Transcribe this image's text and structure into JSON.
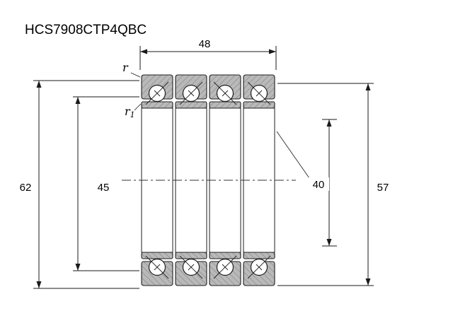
{
  "title": "HCS7908CTP4QBC",
  "dimensions": {
    "width": "48",
    "outer_diameter": "62",
    "left_diameter": "45",
    "bore_diameter": "40",
    "right_diameter": "57"
  },
  "labels": {
    "fillet_r": "r",
    "fillet_r1_base": "r",
    "fillet_r1_sub": "1"
  },
  "colors": {
    "background": "#ffffff",
    "line": "#1a1a1a",
    "ring_gray": "#b9b9b9",
    "hatch_stroke": "#808080"
  }
}
